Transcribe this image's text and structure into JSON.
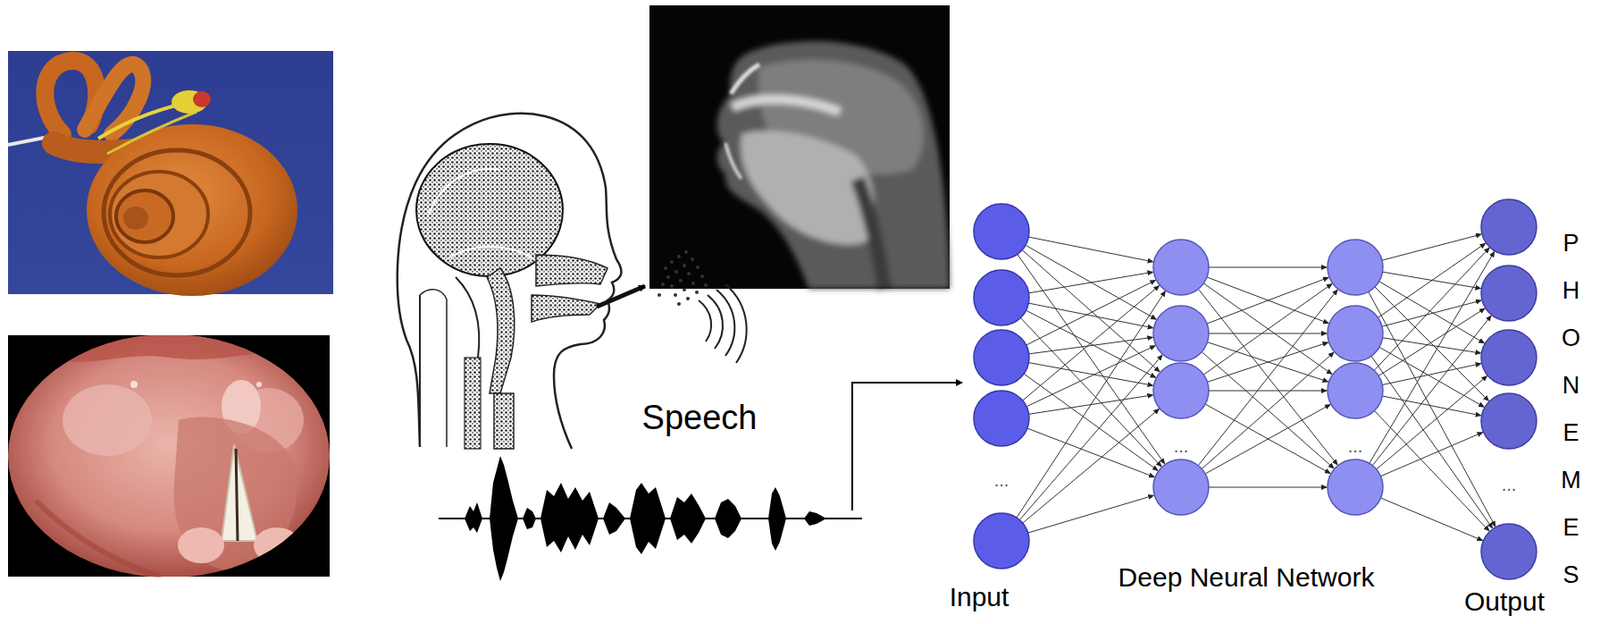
{
  "diagram": {
    "labels": [
      "Speech",
      "...",
      "...",
      "...",
      "...",
      "Input",
      "Deep Neural Network",
      "Output",
      "PHONEMES"
    ]
  }
}
